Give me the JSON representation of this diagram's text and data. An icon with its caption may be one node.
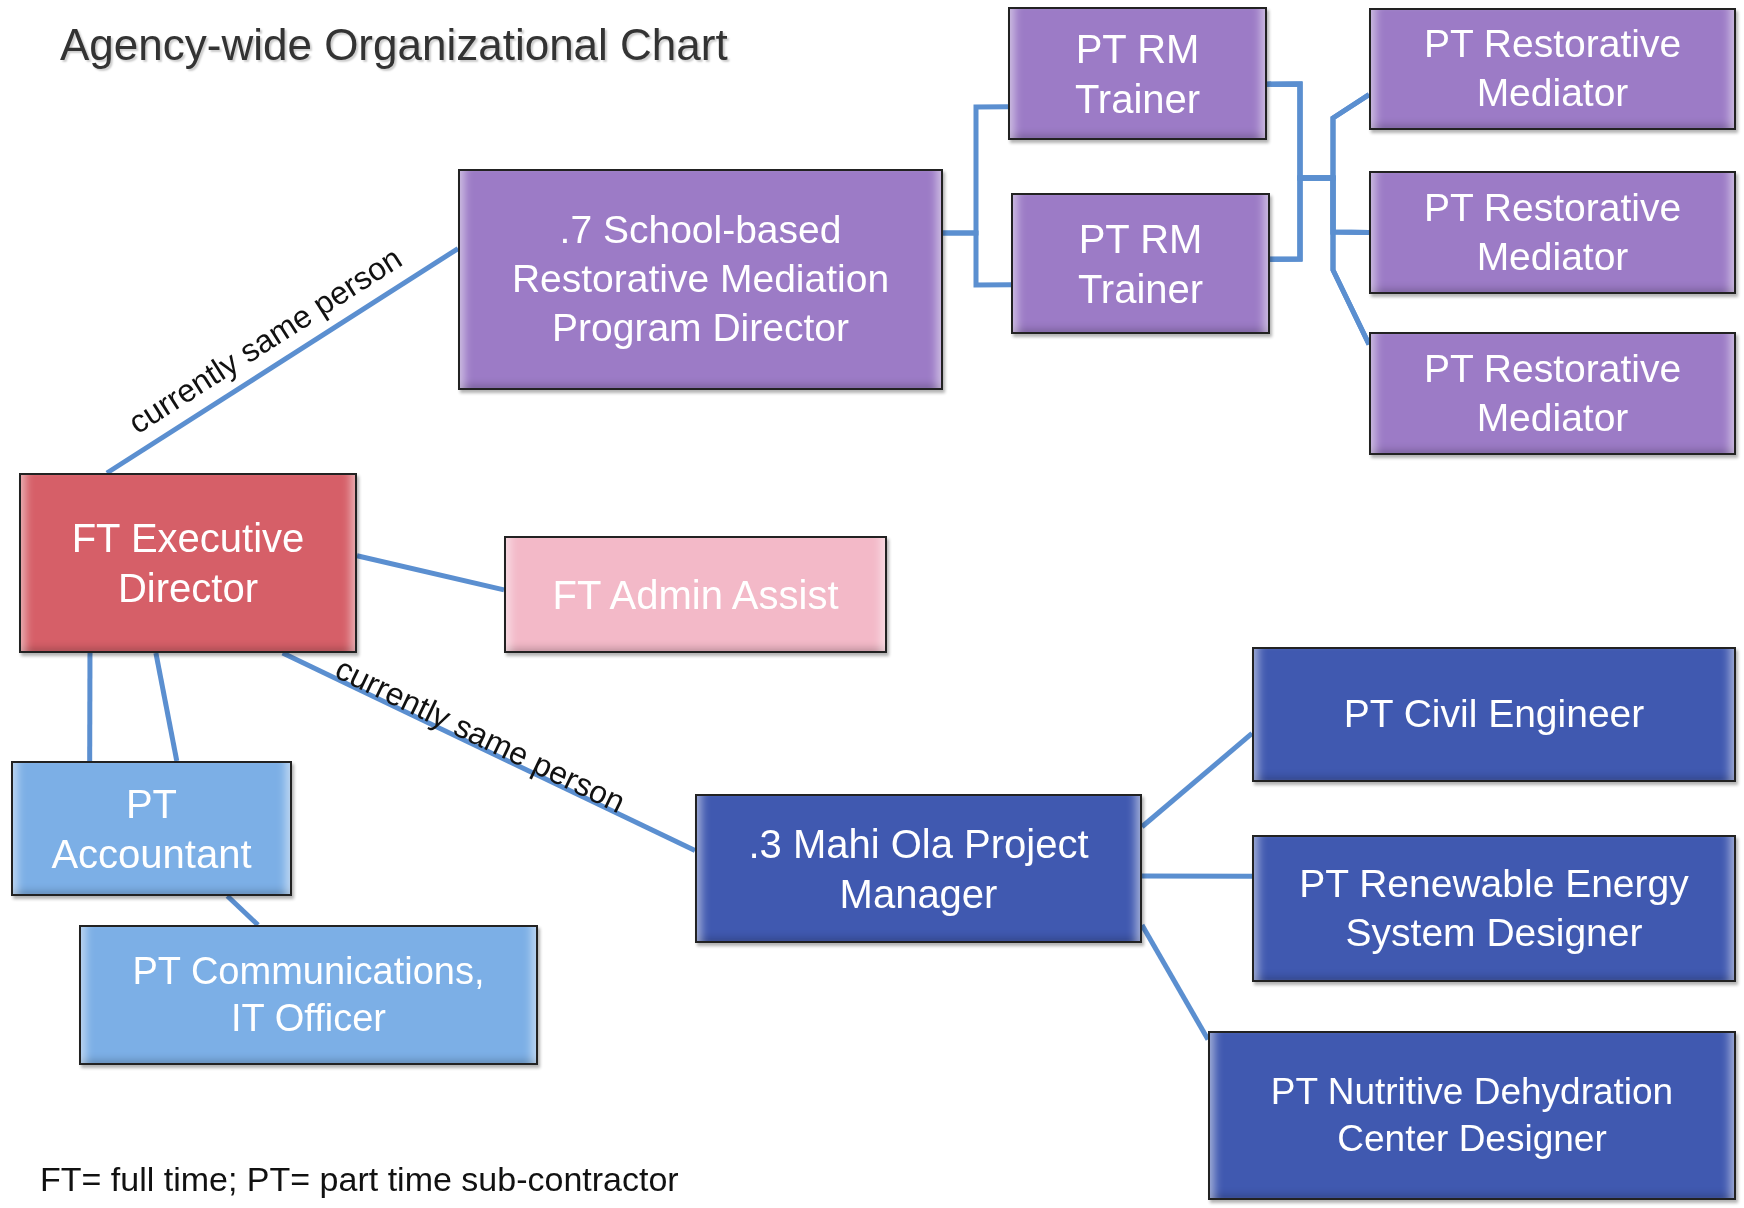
{
  "diagram": {
    "title": "Agency-wide Organizational Chart",
    "nodes": [
      {
        "text": [
          "FT Executive Director"
        ]
      },
      {
        "text": [
          ".7 School-based Restorative Mediation Program Director"
        ]
      },
      {
        "text": [
          "PT RM Trainer"
        ]
      },
      {
        "text": [
          "PT RM Trainer"
        ]
      },
      {
        "text": [
          "PT Restorative Mediator"
        ]
      },
      {
        "text": [
          "PT Restorative Mediator"
        ]
      },
      {
        "text": [
          "PT Restorative Mediator"
        ]
      },
      {
        "text": [
          "FT Admin Assist"
        ]
      },
      {
        "text": [
          "PT Accountant"
        ]
      },
      {
        "text": [
          "PT Communications, IT Officer"
        ]
      },
      {
        "text": [
          ".3 Mahi Ola Project Manager"
        ]
      },
      {
        "text": [
          "PT Civil Engineer"
        ]
      },
      {
        "text": [
          "PT Renewable Energy System Designer"
        ]
      },
      {
        "text": [
          "PT Nutritive Dehydration Center Designer"
        ]
      }
    ],
    "edges": [
      {
        "from": 0,
        "to": 1,
        "arrow": "none",
        "label": "currently same person"
      },
      {
        "from": 1,
        "to": 2,
        "arrow": "none"
      },
      {
        "from": 1,
        "to": 3,
        "arrow": "none"
      },
      {
        "from": 2,
        "to": 4,
        "arrow": "none"
      },
      {
        "from": 2,
        "to": 5,
        "arrow": "none"
      },
      {
        "from": 2,
        "to": 6,
        "arrow": "none"
      },
      {
        "from": 3,
        "to": 4,
        "arrow": "none"
      },
      {
        "from": 3,
        "to": 5,
        "arrow": "none"
      },
      {
        "from": 3,
        "to": 6,
        "arrow": "none"
      },
      {
        "from": 0,
        "to": 7,
        "arrow": "none"
      },
      {
        "from": 0,
        "to": 8,
        "arrow": "none"
      },
      {
        "from": 0,
        "to": 8,
        "arrow": "none"
      },
      {
        "from": 8,
        "to": 9,
        "arrow": "none"
      },
      {
        "from": 0,
        "to": 10,
        "arrow": "none",
        "label": "currently same person"
      },
      {
        "from": 10,
        "to": 11,
        "arrow": "none"
      },
      {
        "from": 10,
        "to": 12,
        "arrow": "none"
      },
      {
        "from": 10,
        "to": 13,
        "arrow": "none"
      }
    ],
    "labels": [
      "FT= full time; PT= part time sub-contractor"
    ]
  }
}
